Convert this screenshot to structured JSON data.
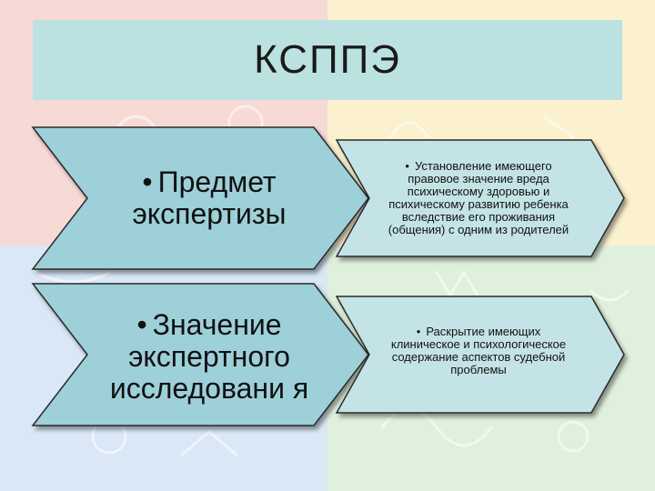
{
  "colors": {
    "quad_top_left": "#F7D9D5",
    "quad_top_right": "#FBF1CE",
    "quad_bottom_left": "#D9E7F6",
    "quad_bottom_right": "#DFF0DD",
    "title_bar": "#BCE1E1",
    "chevron_left": "#9DD0D8",
    "chevron_right": "#C4E3E6",
    "chevron_stroke": "#2A2A2A"
  },
  "title": "КСППЭ",
  "rows": [
    {
      "left_text": "Предмет экспертизы",
      "right_text": "Установление имеющего правовое значение вреда психическому здоровью и психическому развитию ребенка вследствие его проживания (общения) с одним из родителей"
    },
    {
      "left_text": "Значение экспертного исследовани я",
      "right_text": "Раскрытие имеющих клиническое и психологическое содержание аспектов судебной проблемы"
    }
  ]
}
